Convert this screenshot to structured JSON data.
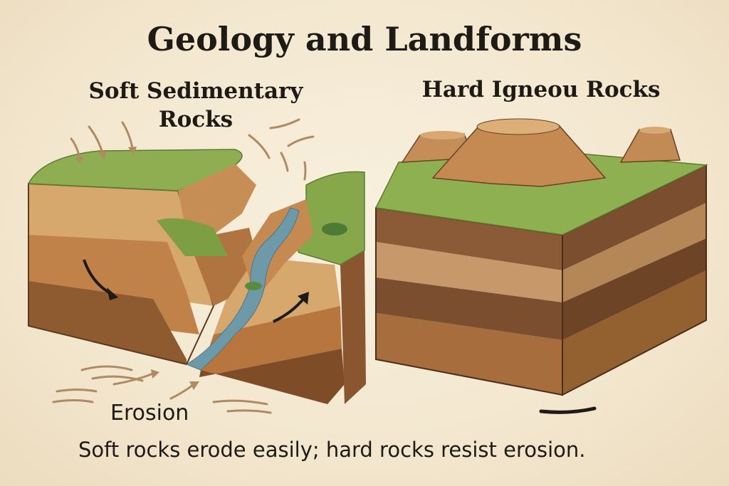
{
  "title": "Geology and Landforms",
  "soft_block": {
    "title": "Soft Sedimentary Rocks"
  },
  "hard_block": {
    "title": "Hard Igneou Rocks"
  },
  "erosion_label": "Erosion",
  "caption": "Soft rocks erode easily; hard rocks resist erosion.",
  "colors": {
    "grass": "#7fa045",
    "rock_light": "#c9925a",
    "rock_mid": "#a8693a",
    "rock_dark": "#7a4a28",
    "river": "#6e99a8",
    "arrow": "#b08a62"
  }
}
